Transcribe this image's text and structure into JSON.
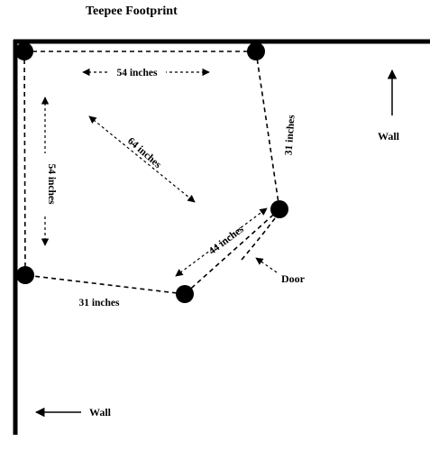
{
  "title": "Teepee Footprint",
  "labels": {
    "top_edge": "54 inches",
    "left_edge": "54 inches",
    "diagonal": "64 inches",
    "right_edge": "31 inches",
    "bottom_edge": "31 inches",
    "door_edge": "44 inches",
    "door": "Door",
    "wall_right": "Wall",
    "wall_bottom": "Wall"
  },
  "colors": {
    "ink": "#000000",
    "background": "#ffffff"
  }
}
